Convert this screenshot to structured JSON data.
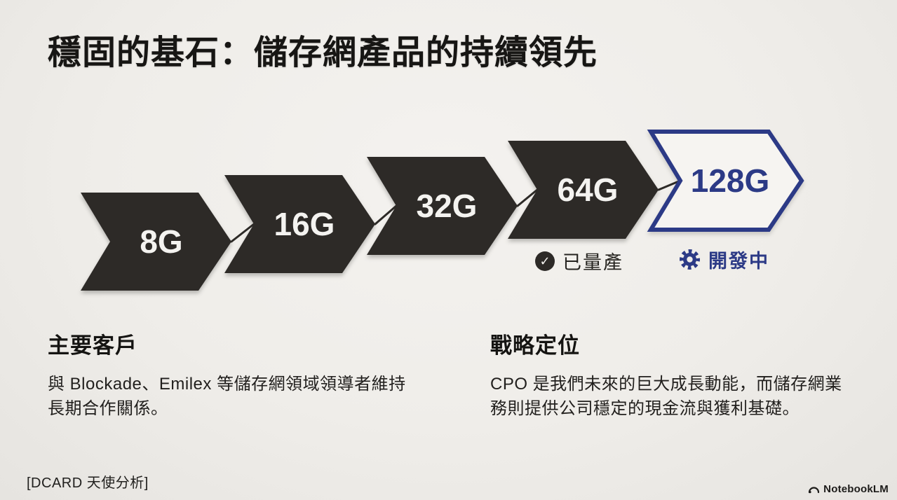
{
  "slide": {
    "title": "穩固的基石：儲存網產品的持續領先"
  },
  "roadmap": {
    "items": [
      {
        "label": "8G",
        "style": "filled-dark",
        "status": "mass-production"
      },
      {
        "label": "16G",
        "style": "filled-dark",
        "status": "mass-production"
      },
      {
        "label": "32G",
        "style": "filled-dark",
        "status": "mass-production"
      },
      {
        "label": "64G",
        "style": "filled-dark",
        "status": "mass-production"
      },
      {
        "label": "128G",
        "style": "outlined-navy",
        "status": "in-development"
      }
    ],
    "status_produced": {
      "label": "已量產",
      "icon": "check-circle-icon"
    },
    "status_developing": {
      "label": "開發中",
      "icon": "gear-icon"
    }
  },
  "sections": {
    "customers": {
      "heading": "主要客戶",
      "body": "與 Blockade、Emilex 等儲存網領域領導者維持長期合作關係。"
    },
    "strategy": {
      "heading": "戰略定位",
      "body": "CPO 是我們未來的巨大成長動能，而儲存網業務則提供公司穩定的現金流與獲利基礎。"
    }
  },
  "footer": {
    "source": "[DCARD 天使分析]",
    "brand": "NotebookLM"
  },
  "icons": {
    "check_glyph": "✓"
  },
  "colors": {
    "chevron_dark": "#2d2a27",
    "accent_navy": "#2c3a86",
    "background": "#efede9",
    "chevron_text_light": "#f4f3f0"
  }
}
